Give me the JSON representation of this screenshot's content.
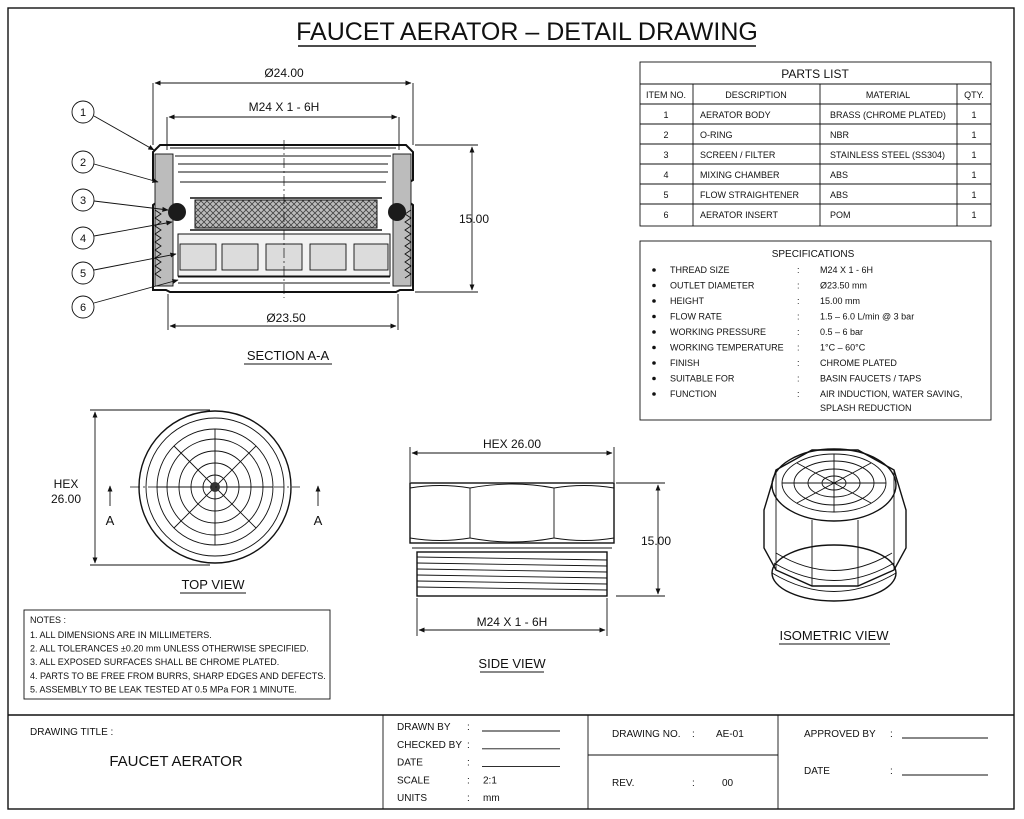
{
  "title": "FAUCET AERATOR – DETAIL DRAWING",
  "section_view": {
    "label": "SECTION A-A",
    "dim_top": "Ø24.00",
    "dim_thread": "M24 X 1 - 6H",
    "dim_height": "15.00",
    "dim_bottom": "Ø23.50",
    "balloons": [
      "1",
      "2",
      "3",
      "4",
      "5",
      "6"
    ]
  },
  "top_view": {
    "label": "TOP VIEW",
    "hex_label_1": "HEX",
    "hex_label_2": "26.00",
    "section_mark_left": "A",
    "section_mark_right": "A"
  },
  "side_view": {
    "label": "SIDE VIEW",
    "dim_hex": "HEX 26.00",
    "dim_height": "15.00",
    "dim_thread": "M24 X 1 - 6H"
  },
  "isometric_view": {
    "label": "ISOMETRIC VIEW"
  },
  "parts_list": {
    "title": "PARTS LIST",
    "headers": [
      "ITEM NO.",
      "DESCRIPTION",
      "MATERIAL",
      "QTY."
    ],
    "rows": [
      [
        "1",
        "AERATOR BODY",
        "BRASS (CHROME PLATED)",
        "1"
      ],
      [
        "2",
        "O-RING",
        "NBR",
        "1"
      ],
      [
        "3",
        "SCREEN / FILTER",
        "STAINLESS STEEL (SS304)",
        "1"
      ],
      [
        "4",
        "MIXING CHAMBER",
        "ABS",
        "1"
      ],
      [
        "5",
        "FLOW STRAIGHTENER",
        "ABS",
        "1"
      ],
      [
        "6",
        "AERATOR INSERT",
        "POM",
        "1"
      ]
    ]
  },
  "specifications": {
    "title": "SPECIFICATIONS",
    "rows": [
      {
        "label": "THREAD SIZE",
        "value": "M24 X 1 - 6H",
        "value2": ""
      },
      {
        "label": "OUTLET DIAMETER",
        "value": "Ø23.50 mm",
        "value2": ""
      },
      {
        "label": "HEIGHT",
        "value": "15.00 mm",
        "value2": ""
      },
      {
        "label": "FLOW RATE",
        "value": "1.5 – 6.0 L/min @ 3 bar",
        "value2": ""
      },
      {
        "label": "WORKING PRESSURE",
        "value": "0.5 – 6 bar",
        "value2": ""
      },
      {
        "label": "WORKING TEMPERATURE",
        "value": "1°C – 60°C",
        "value2": ""
      },
      {
        "label": "FINISH",
        "value": "CHROME PLATED",
        "value2": ""
      },
      {
        "label": "SUITABLE FOR",
        "value": "BASIN FAUCETS / TAPS",
        "value2": ""
      },
      {
        "label": "FUNCTION",
        "value": "AIR INDUCTION, WATER SAVING,",
        "value2": "SPLASH REDUCTION"
      }
    ]
  },
  "notes": {
    "title": "NOTES :",
    "items": [
      "1. ALL DIMENSIONS ARE IN MILLIMETERS.",
      "2. ALL TOLERANCES ±0.20 mm UNLESS OTHERWISE SPECIFIED.",
      "3. ALL EXPOSED SURFACES SHALL BE CHROME PLATED.",
      "4. PARTS TO BE FREE FROM BURRS, SHARP EDGES AND DEFECTS.",
      "5. ASSEMBLY TO BE LEAK TESTED AT 0.5 MPa FOR 1 MINUTE."
    ]
  },
  "title_block": {
    "drawing_title_label": "DRAWING TITLE :",
    "drawing_title": "FAUCET AERATOR",
    "fields": [
      {
        "label": "DRAWN BY",
        "value": ""
      },
      {
        "label": "CHECKED BY",
        "value": ""
      },
      {
        "label": "DATE",
        "value": ""
      },
      {
        "label": "SCALE",
        "value": "2:1"
      },
      {
        "label": "UNITS",
        "value": "mm"
      }
    ],
    "drawing_no_label": "DRAWING NO.",
    "drawing_no": "AE-01",
    "rev_label": "REV.",
    "rev": "00",
    "approved_by_label": "APPROVED BY",
    "date_label": "DATE",
    "colon": ":"
  }
}
